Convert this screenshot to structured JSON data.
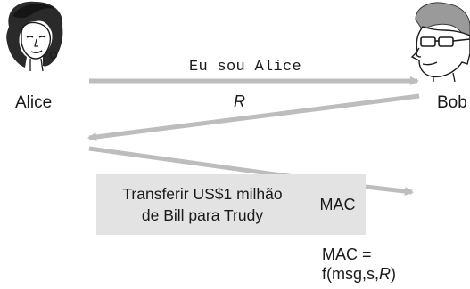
{
  "participants": {
    "alice": {
      "name": "Alice"
    },
    "bob": {
      "name": "Bob"
    }
  },
  "messages": {
    "m1": {
      "text": "Eu sou Alice",
      "direction": "Alice → Bob"
    },
    "m2": {
      "text": "R",
      "direction": "Bob → Alice"
    }
  },
  "transfer": {
    "line1": "Transferir US$1 milhão",
    "line2": "de Bill para Trudy",
    "mac_label": "MAC"
  },
  "formula": {
    "line1": "MAC =",
    "prefix": "f(msg,s,",
    "nonce": "R",
    "suffix": ")"
  },
  "colors": {
    "arrow": "#bdbdbd",
    "box_fill": "#e3e3e3",
    "text": "#1a1a1a"
  },
  "icons": [
    "alice-face-icon",
    "bob-face-icon"
  ]
}
